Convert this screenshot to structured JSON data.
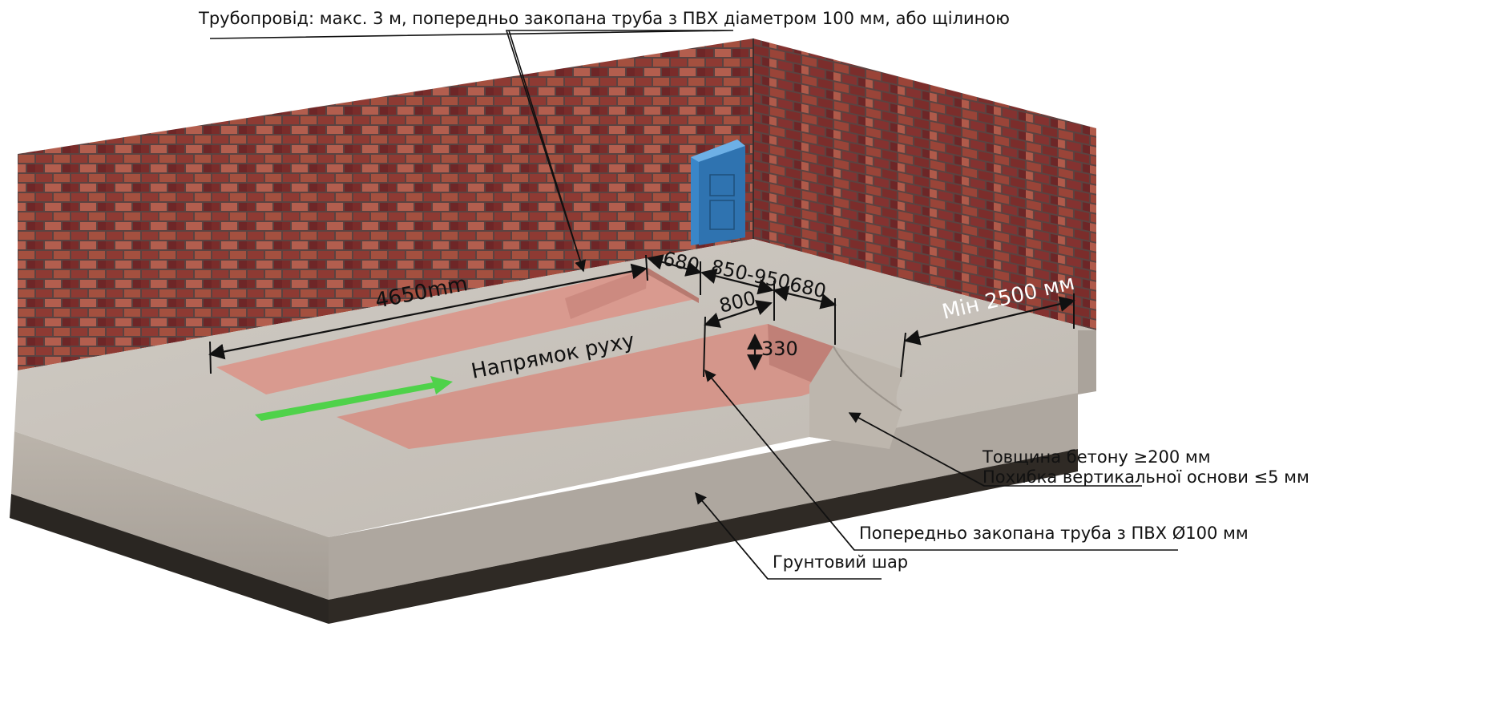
{
  "labels": {
    "pipeline_note": "Трубопровід: макс. 3 м, попередньо закопана труба з ПВХ діаметром 100 мм, або щілиною",
    "direction": "Напрямок руху",
    "concrete_thickness": "Товщина бетону  ≥200 мм",
    "base_tolerance": "Похибка вертикальної основи ≤5 мм",
    "pvc_pipe": "Попередньо закопана труба з ПВХ Ø100 мм",
    "soil_layer": "Грунтовий шар"
  },
  "dimensions": {
    "pit_length": "4650mm",
    "pit_width_left": "680",
    "gap": "850-950",
    "pit_width_right": "680",
    "inner_width": "800",
    "depth": "330",
    "min_clearance": "Мін 2500 мм"
  },
  "colors": {
    "brick": "#7a2a26",
    "mortar": "#5a4a48",
    "concrete_top": "#c9c4bd",
    "concrete_side": "#b4ada5",
    "pit": "#d99a8f",
    "soil": "#2a2622",
    "arrow": "#4fd24a",
    "cabinet": "#3a86c8"
  }
}
